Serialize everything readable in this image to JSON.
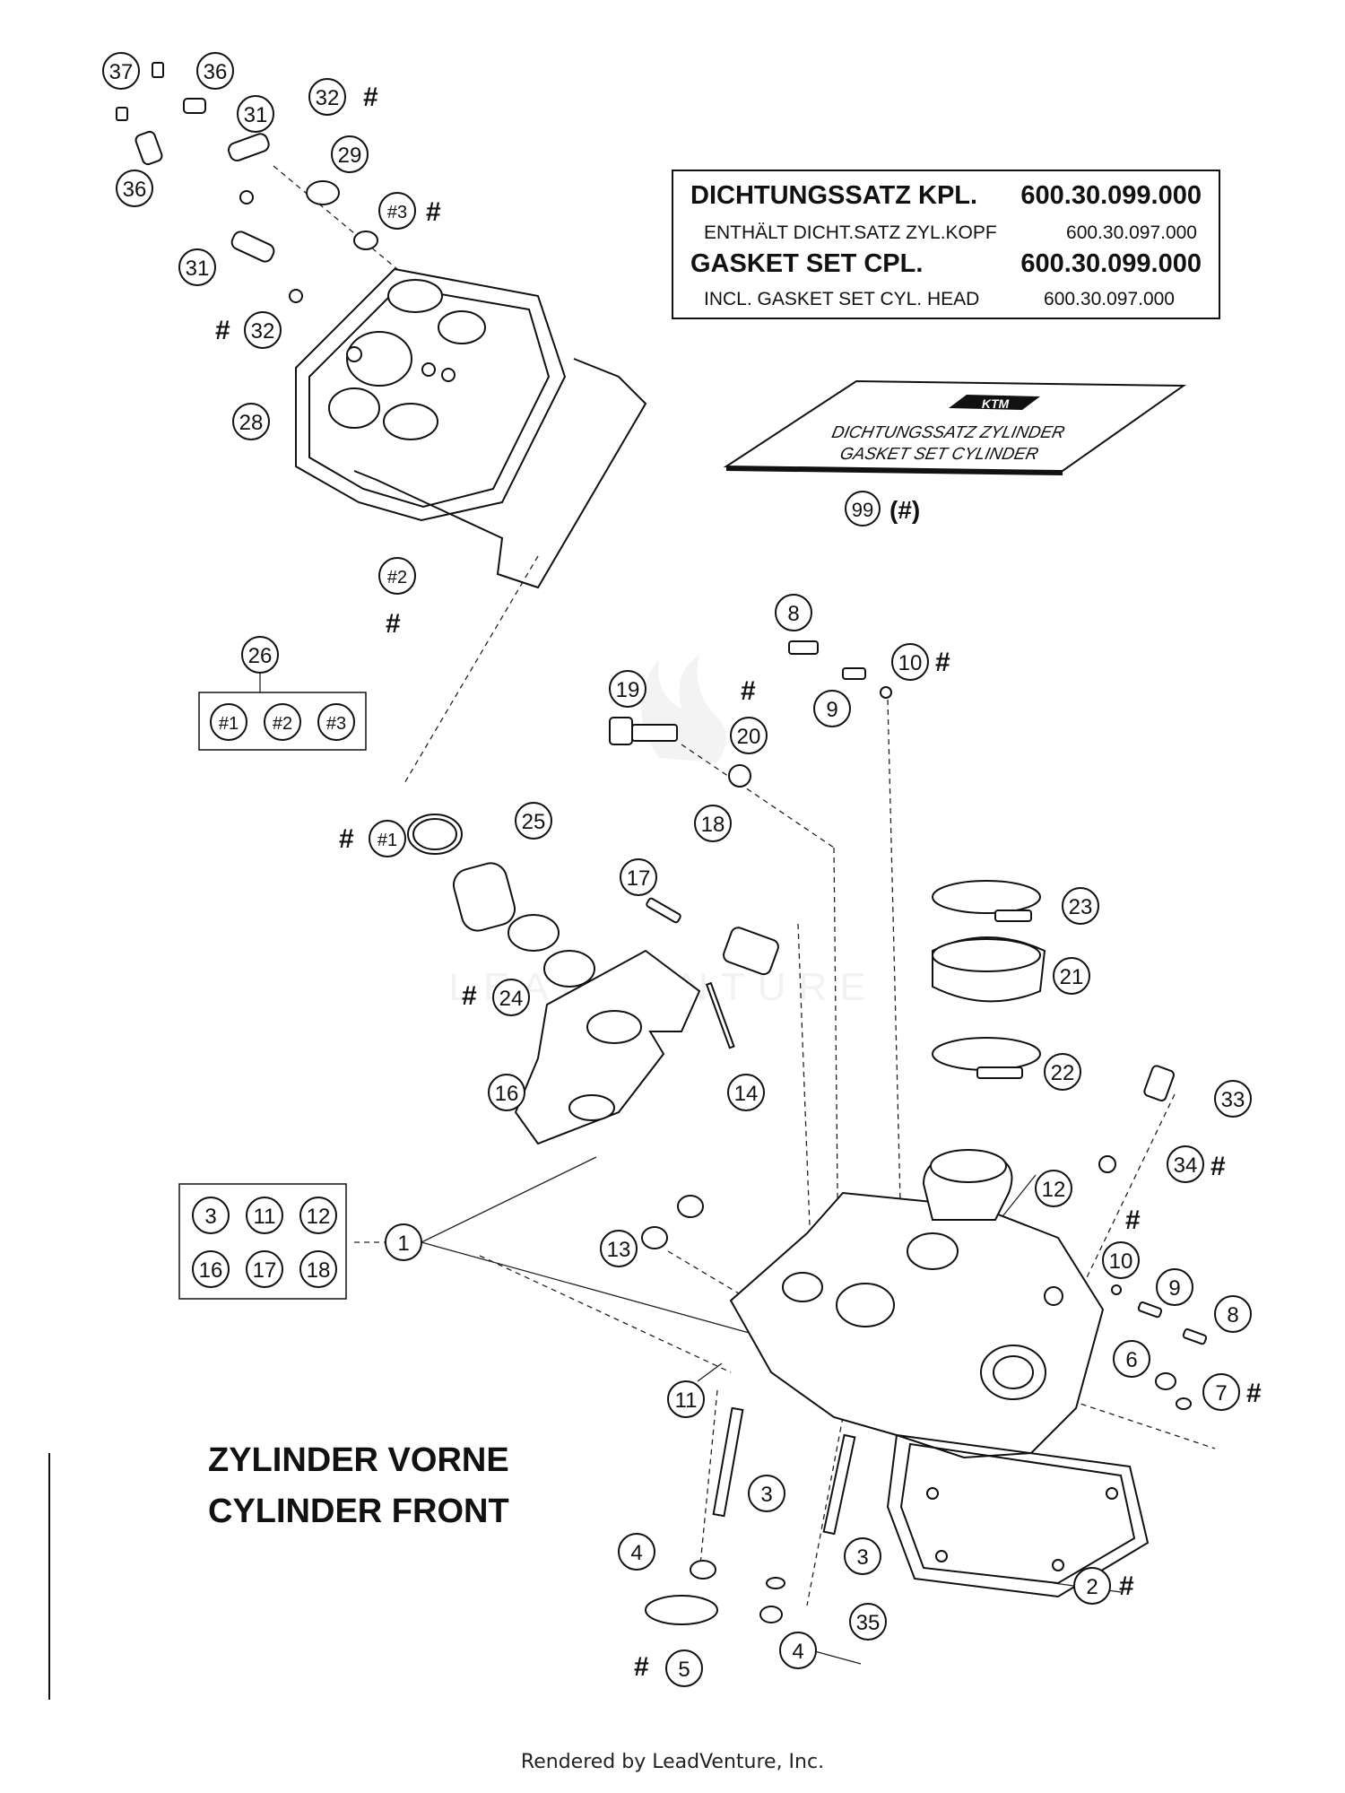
{
  "gasket_label": {
    "line1_name": "DICHTUNGSSATZ KPL.",
    "line1_number": "600.30.099.000",
    "line2_name": "ENTHÄLT DICHT.SATZ ZYL.KOPF",
    "line2_number": "600.30.097.000",
    "line3_name": "GASKET SET CPL.",
    "line3_number": "600.30.099.000",
    "line4_name": "INCL. GASKET SET CYL. HEAD",
    "line4_number": "600.30.097.000"
  },
  "package": {
    "brand": "KTM",
    "line1": "DICHTUNGSSATZ ZYLINDER",
    "line2": "GASKET SET CYLINDER",
    "part_number": "99",
    "suffix": "(#)"
  },
  "title": {
    "line1": "ZYLINDER VORNE",
    "line2": "CYLINDER FRONT"
  },
  "watermark": "LEADVENTURE",
  "footer": "Rendered by LeadVenture, Inc.",
  "hash_mark": "#",
  "callouts": {
    "c37": "37",
    "c36a": "36",
    "c36b": "36",
    "c31a": "31",
    "c31b": "31",
    "c32a": "32",
    "c32b": "32",
    "c29": "29",
    "c3h": "#3",
    "c28": "28",
    "c2h": "#2",
    "c26": "26",
    "c26a": "#1",
    "c26b": "#2",
    "c26c": "#3",
    "c8a": "8",
    "c9a": "9",
    "c10a": "10",
    "c19": "19",
    "c20": "20",
    "c1h": "#1",
    "c25": "25",
    "c18": "18",
    "c17": "17",
    "c24": "24",
    "c23": "23",
    "c21": "21",
    "c22": "22",
    "c16": "16",
    "c14": "14",
    "c33": "33",
    "c34": "34",
    "c12": "12",
    "c13": "13",
    "c1": "1",
    "g3": "3",
    "g11": "11",
    "g12": "12",
    "g16": "16",
    "g17": "17",
    "g18": "18",
    "c10b": "10",
    "c9b": "9",
    "c8b": "8",
    "c6": "6",
    "c7": "7",
    "c11": "11",
    "c3a": "3",
    "c3b": "3",
    "c4a": "4",
    "c4b": "4",
    "c35": "35",
    "c2": "2",
    "c5": "5"
  }
}
